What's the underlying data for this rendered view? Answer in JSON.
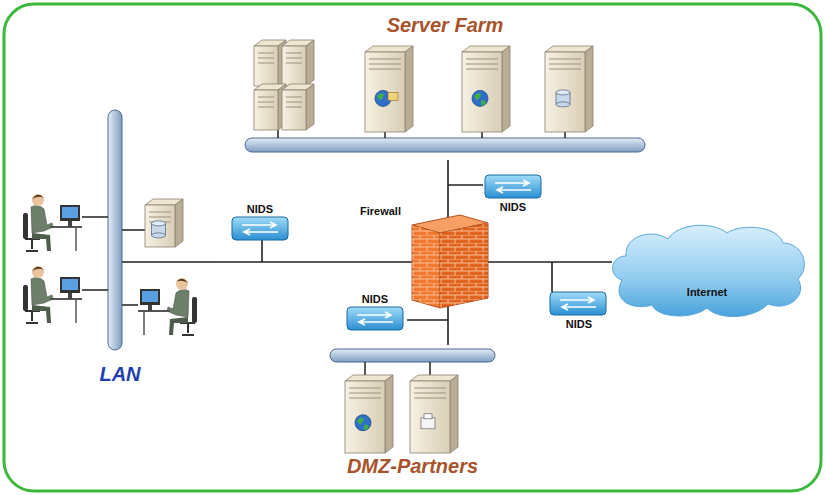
{
  "diagram": {
    "nodes": [
      {
        "text": [
          "Server Farm"
        ]
      },
      {
        "text": [
          "NIDS"
        ]
      },
      {
        "text": [
          "LAN"
        ]
      },
      {
        "text": [
          "NIDS"
        ]
      },
      {
        "text": [
          "Firewall"
        ]
      },
      {
        "text": [
          "Internet"
        ]
      },
      {
        "text": [
          "NIDS"
        ]
      },
      {
        "text": [
          "NIDS"
        ]
      },
      {
        "text": [
          "DMZ-Partners"
        ]
      }
    ],
    "edges": [
      {
        "from": 2,
        "to": 4,
        "arrow": "none"
      },
      {
        "from": 0,
        "to": 4,
        "arrow": "none"
      },
      {
        "from": 4,
        "to": 5,
        "arrow": "none"
      },
      {
        "from": 4,
        "to": 8,
        "arrow": "none"
      }
    ]
  }
}
